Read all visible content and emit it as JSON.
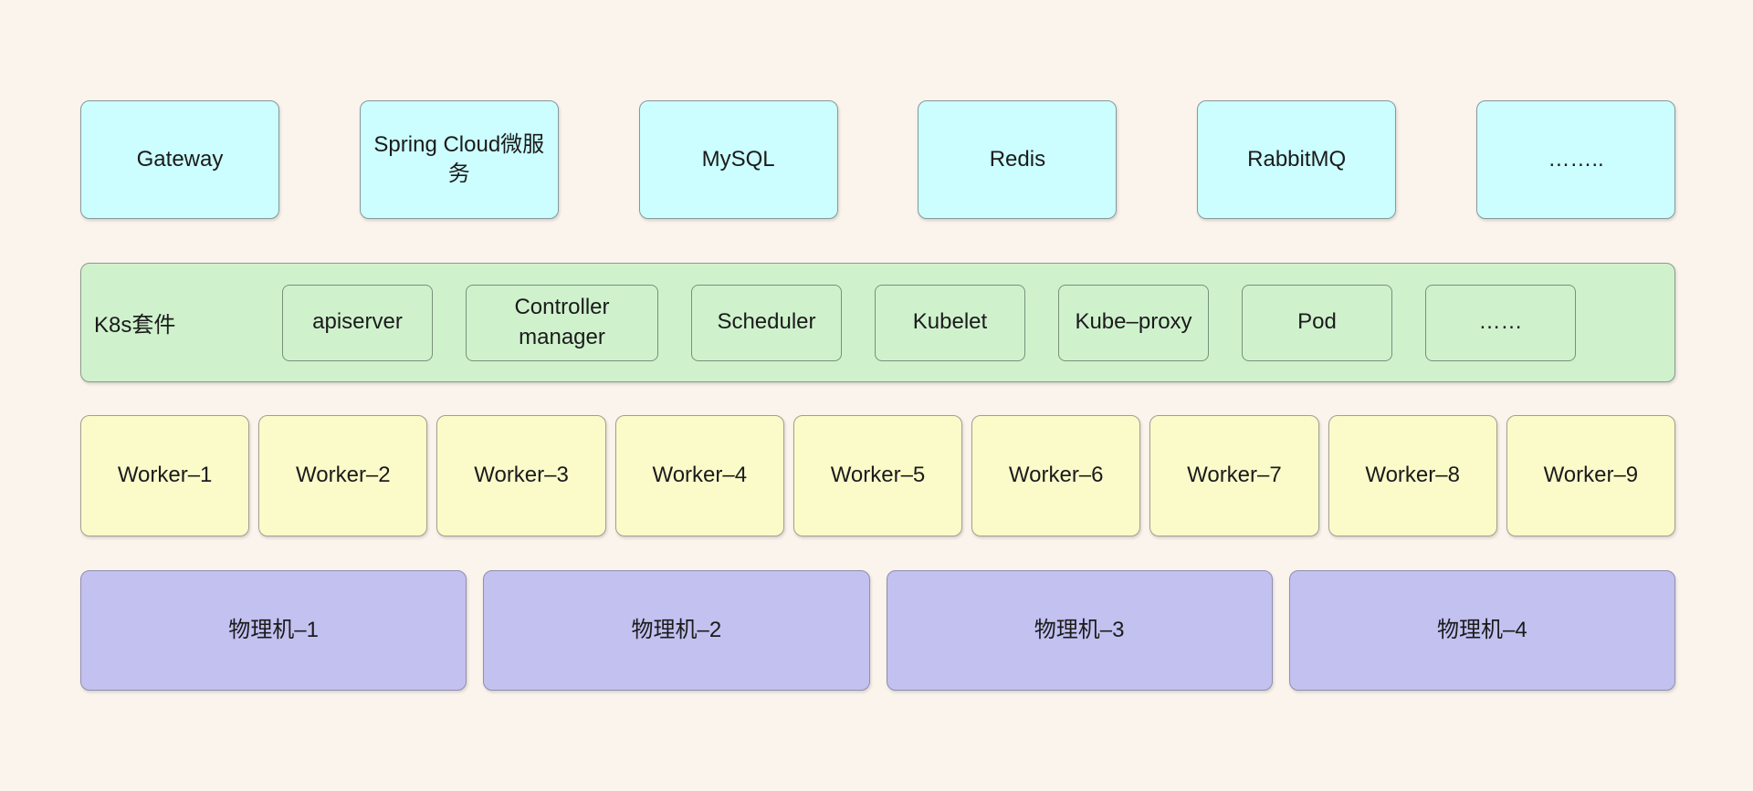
{
  "colors": {
    "background": "#faf4ed",
    "service_box_fill": "#ccfeff",
    "k8s_container_fill": "#cff2cd",
    "worker_box_fill": "#fbfbca",
    "machine_box_fill": "#c2c1f0",
    "text": "#1b1b1b"
  },
  "rows": {
    "services": {
      "items": [
        "Gateway",
        "Spring Cloud微服务",
        "MySQL",
        "Redis",
        "RabbitMQ",
        "…….."
      ]
    },
    "k8s": {
      "label": "K8s套件",
      "items": [
        "apiserver",
        "Controller manager",
        "Scheduler",
        "Kubelet",
        "Kube–proxy",
        "Pod",
        "……"
      ]
    },
    "workers": {
      "items": [
        "Worker–1",
        "Worker–2",
        "Worker–3",
        "Worker–4",
        "Worker–5",
        "Worker–6",
        "Worker–7",
        "Worker–8",
        "Worker–9"
      ]
    },
    "machines": {
      "items": [
        "物理机–1",
        "物理机–2",
        "物理机–3",
        "物理机–4"
      ]
    }
  }
}
